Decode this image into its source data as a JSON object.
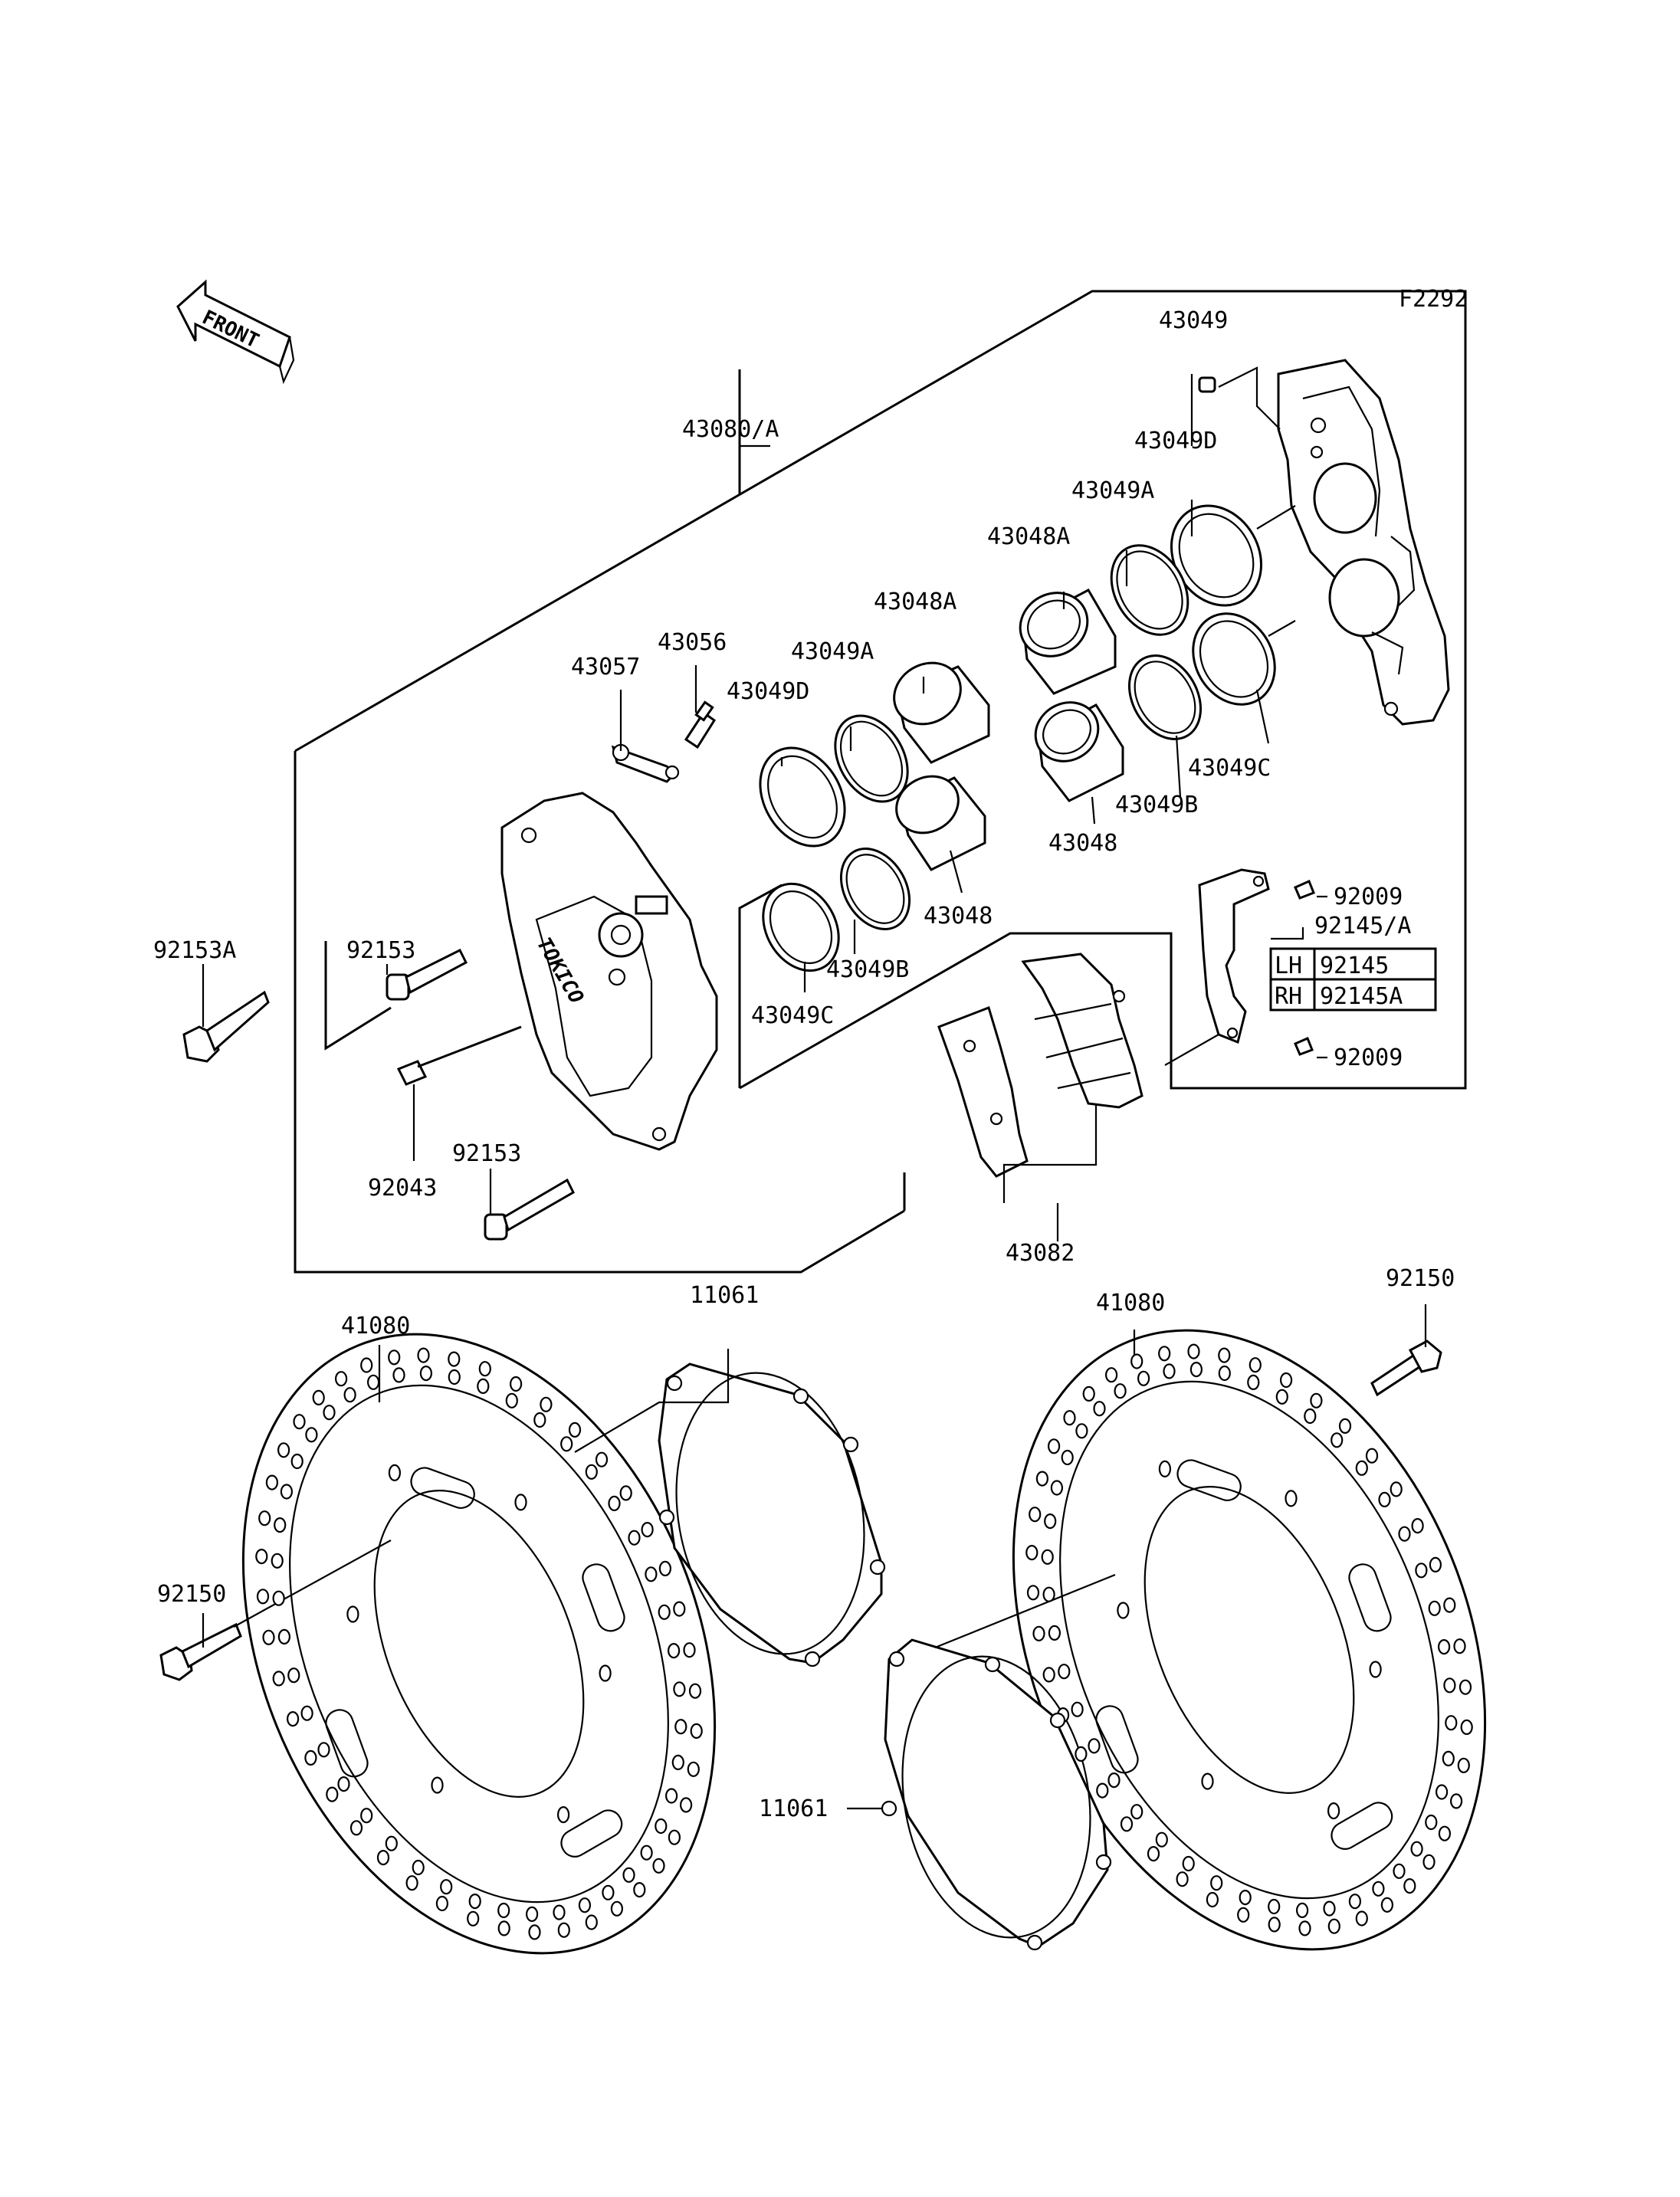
{
  "figure_code": "F2292",
  "front_label": "FRONT",
  "labels": {
    "l_43080A": "43080/A",
    "l_43049": "43049",
    "l_43049D_r": "43049D",
    "l_43049A_r": "43049A",
    "l_43048A_r": "43048A",
    "l_43048A_m": "43048A",
    "l_43049A_m": "43049A",
    "l_43056": "43056",
    "l_43057": "43057",
    "l_43049D_m": "43049D",
    "l_43049C_r": "43049C",
    "l_43049B_r": "43049B",
    "l_43048_r": "43048",
    "l_43048_m": "43048",
    "l_92009_top": "92009",
    "l_92145A": "92145/A",
    "l_92009_bot": "92009",
    "l_92153A": "92153A",
    "l_92153_top": "92153",
    "l_43049B_m": "43049B",
    "l_43049C_m": "43049C",
    "l_92153_bot": "92153",
    "l_92043": "92043",
    "l_43082": "43082",
    "l_41080_left": "41080",
    "l_11061_top": "11061",
    "l_41080_right": "41080",
    "l_92150_right": "92150",
    "l_92150_left": "92150",
    "l_11061_bot": "11061"
  },
  "table": {
    "rows": [
      {
        "side": "LH",
        "part": "92145"
      },
      {
        "side": "RH",
        "part": "92145A"
      }
    ]
  }
}
